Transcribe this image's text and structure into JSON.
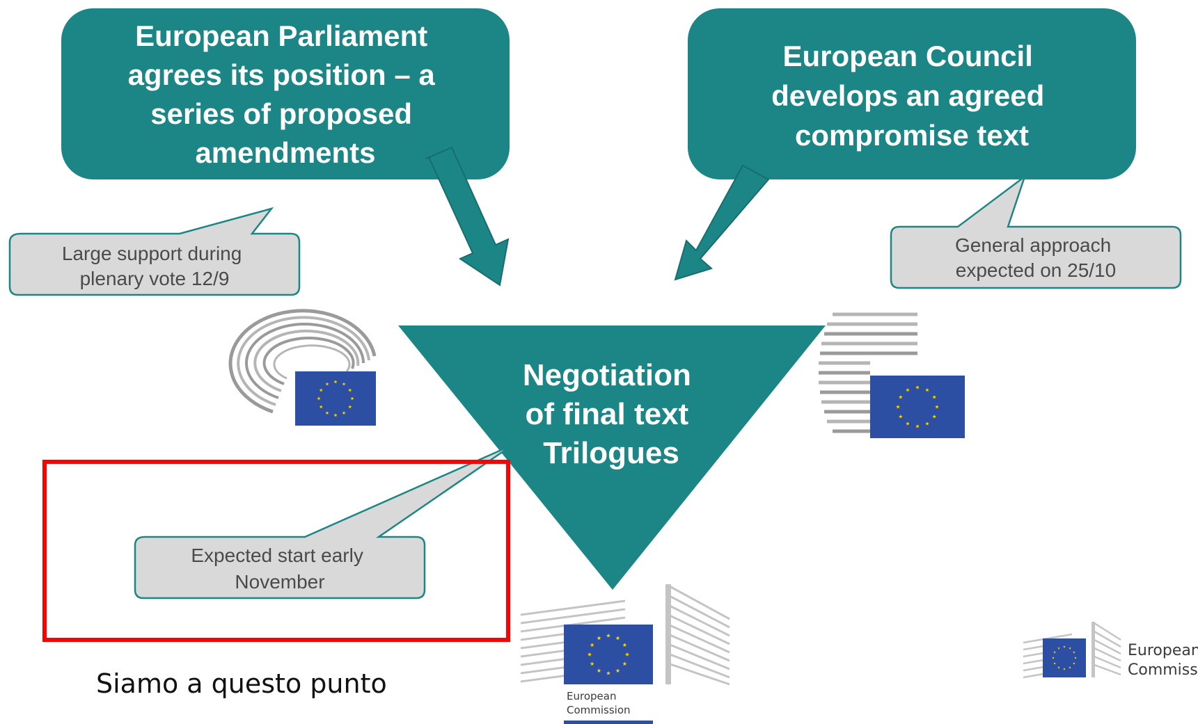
{
  "colors": {
    "teal": "#1c8585",
    "teal_dark": "#166e6e",
    "callout_fill": "#d9d9d9",
    "callout_stroke": "#1c8585",
    "highlight": "#ff0000",
    "eu_blue": "#2c4ea3",
    "eu_gold": "#ffd400",
    "building_grey": "#c9c9c9"
  },
  "parliament_box": {
    "lines": [
      "European Parliament",
      "agrees its position – a",
      "series of proposed",
      "amendments"
    ]
  },
  "council_box": {
    "lines": [
      "European Council",
      "develops an agreed",
      "compromise text"
    ]
  },
  "parliament_callout": {
    "lines": [
      "Large support during",
      "plenary vote 12/9"
    ]
  },
  "council_callout": {
    "lines": [
      "General approach",
      "expected on 25/10"
    ]
  },
  "negotiation": {
    "lines": [
      "Negotiation",
      "of final text",
      "Trilogues"
    ]
  },
  "trilogue_callout": {
    "lines": [
      "Expected start early",
      "November"
    ]
  },
  "caption": "Siamo a questo punto",
  "commission_logo_center": {
    "lines": [
      "European",
      "Commission"
    ]
  },
  "commission_logo_corner": {
    "lines": [
      "European",
      "Commission"
    ]
  },
  "icons": [
    "parliament-hemicycle-icon",
    "council-building-icon",
    "commission-building-icon",
    "eu-flag-icon"
  ]
}
